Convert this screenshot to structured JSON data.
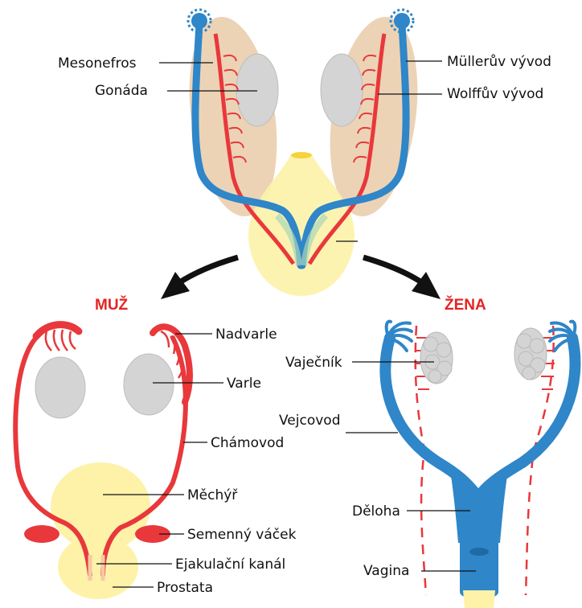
{
  "colors": {
    "mullerian_duct": "#2f86c8",
    "wolffian_duct": "#e8383b",
    "mesonephros": "#ecd3b6",
    "gonad": "#d4d4d4",
    "bladder": "#fdf2a8",
    "sex_heading": "#e52323",
    "arrow": "#111111"
  },
  "top": {
    "labels": {
      "mesonephros": "Mesonefros",
      "gonad": "Gonáda",
      "mullerian_duct": "Müllerův vývod",
      "wolffian_duct": "Wolffův vývod"
    }
  },
  "male": {
    "heading": "MUŽ",
    "labels": {
      "epididymis": "Nadvarle",
      "testis": "Varle",
      "vas_deferens": "Chámovod",
      "bladder": "Měchýř",
      "seminal_vesicle": "Semenný váček",
      "ejaculatory_duct": "Ejakulační kanál",
      "prostate": "Prostata"
    }
  },
  "female": {
    "heading": "ŽENA",
    "labels": {
      "ovary": "Vaječník",
      "oviduct": "Vejcovod",
      "uterus": "Děloha",
      "vagina": "Vagina"
    }
  }
}
